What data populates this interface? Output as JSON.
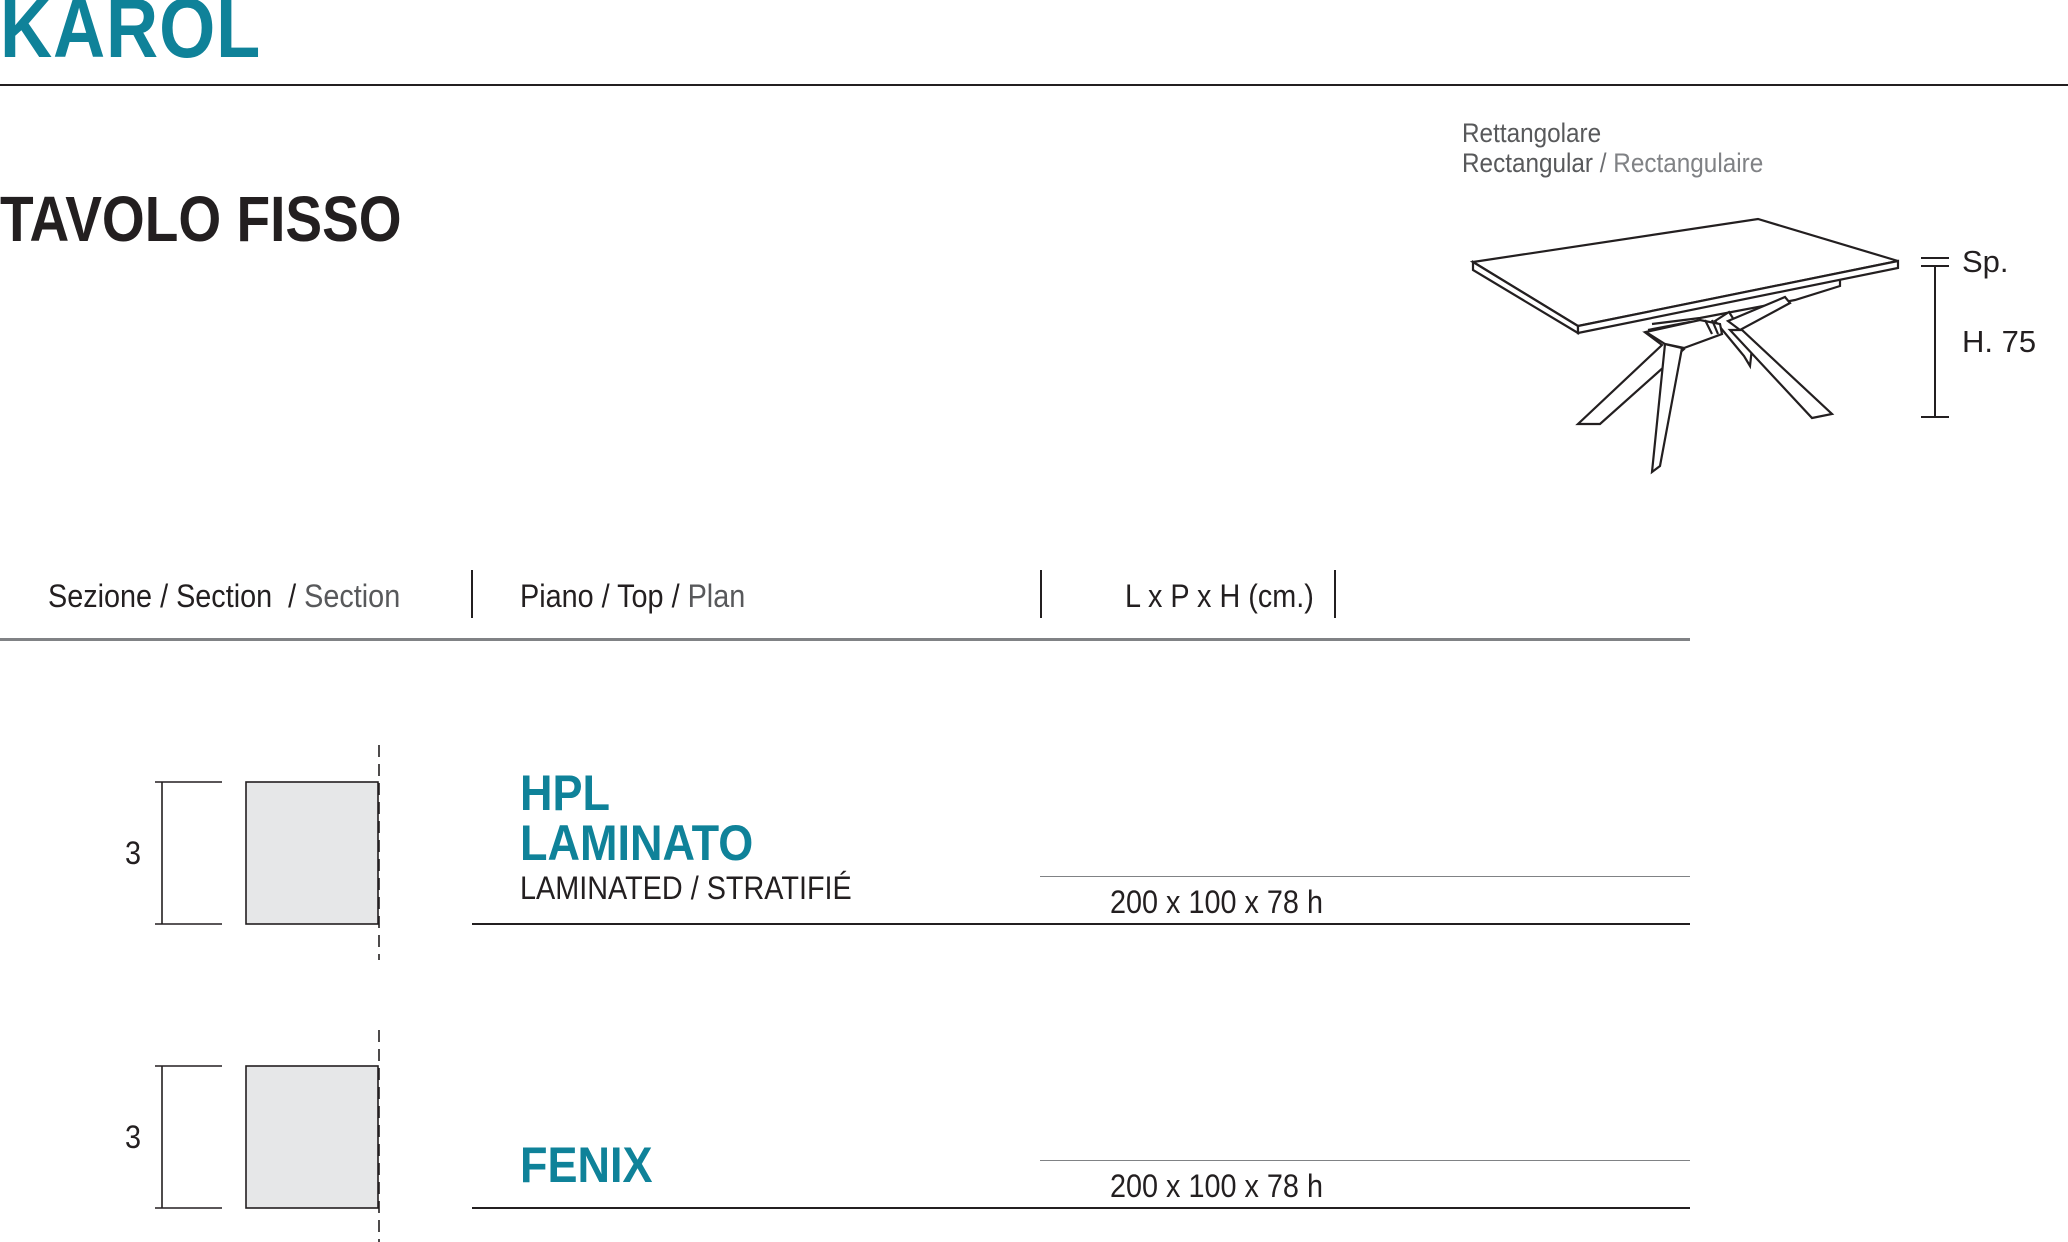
{
  "header": {
    "brand": "KAROL",
    "title": "TAVOLO FISSO"
  },
  "shape": {
    "it": "Rettangolare",
    "en": "Rectangular",
    "separator": " / ",
    "fr": "Rectangulaire",
    "thickness_label": "Sp.",
    "height_label": "H. 75"
  },
  "columns": {
    "section": {
      "it": "Sezione",
      "en": "Section",
      "fr": "Section"
    },
    "top": {
      "it": "Piano",
      "en": "Top",
      "fr": "Plan"
    },
    "size": "L x P x H (cm.)"
  },
  "rows": [
    {
      "thickness": "3",
      "material_line1": "HPL",
      "material_line2": "LAMINATO",
      "material_sub": "LAMINATED / STRATIFIÉ",
      "dimensions": "200 x 100 x 78 h"
    },
    {
      "thickness": "3",
      "material_line1": "FENIX",
      "dimensions": "200 x 100 x 78 h"
    }
  ],
  "colors": {
    "accent": "#0f8299",
    "text": "#231f20",
    "muted": "#6d6e71",
    "section_fill": "#e6e7e8"
  }
}
